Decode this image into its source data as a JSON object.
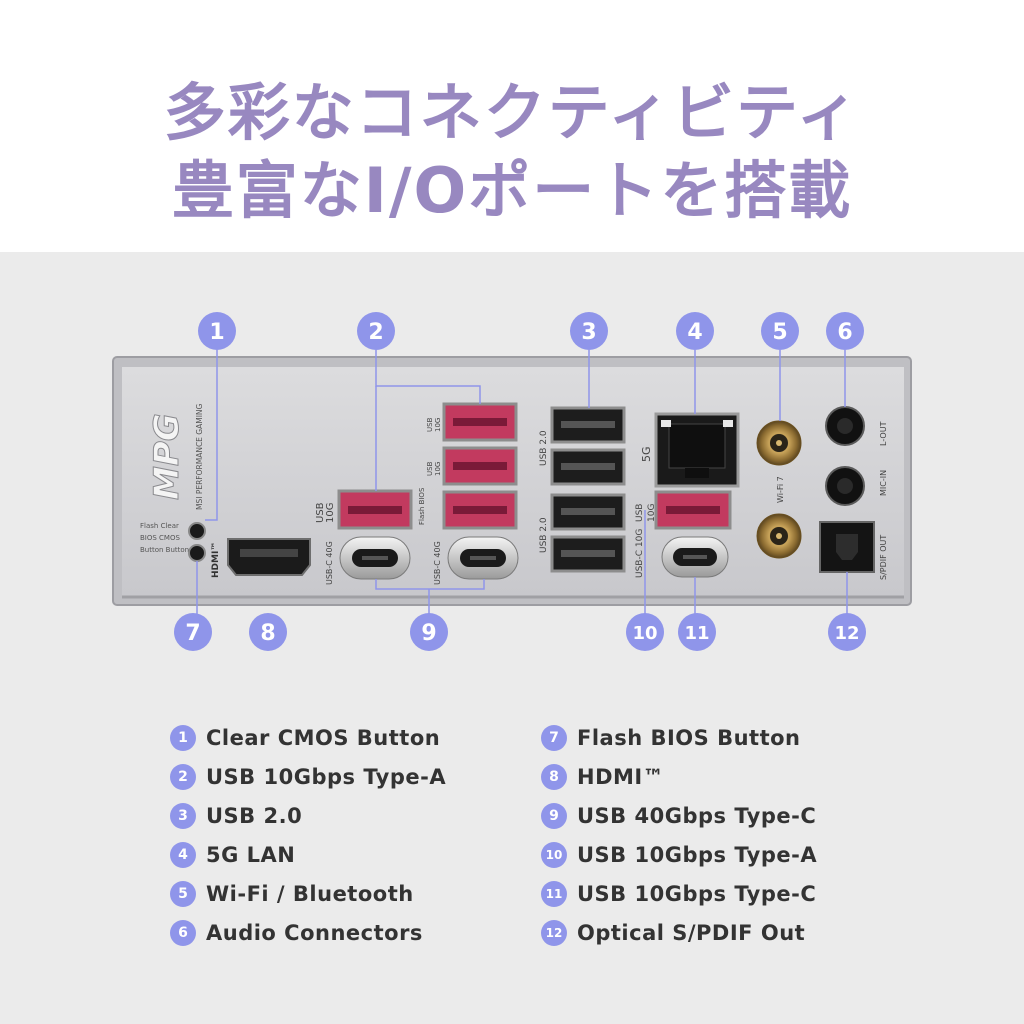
{
  "title": {
    "line1": "多彩なコネクティビティ",
    "line2": "豊富なI/Oポートを搭載"
  },
  "colors": {
    "title": "#9888c0",
    "callout": "#8f95ea",
    "panel_bg": "#ebebeb",
    "usb_red": "#c23a5f",
    "plate": "#d4d4d6"
  },
  "io_labels": {
    "brand": "MPG",
    "brand_sub": "MSI PERFORMANCE GAMING",
    "btn_legend": "Flash  Clear\nBIOS  CMOS\nButton Button",
    "hdmi": "HDMI™",
    "usb_10g_a": "USB 10G",
    "flash_bios": "Flash BIOS",
    "usbc_40g": "USB-C 40G",
    "usb20": "USB 2.0",
    "lan": "5G",
    "usb_c_10g": "USB-C 10G",
    "wifi": "Wi-Fi 7",
    "l_out": "L-OUT",
    "mic_in": "MIC-IN",
    "spdif": "S/PDIF OUT"
  },
  "callouts": [
    "1",
    "2",
    "3",
    "4",
    "5",
    "6",
    "7",
    "8",
    "9",
    "10",
    "11",
    "12"
  ],
  "legend": {
    "left": [
      {
        "num": "1",
        "text": "Clear CMOS Button"
      },
      {
        "num": "2",
        "text": "USB 10Gbps Type-A"
      },
      {
        "num": "3",
        "text": "USB 2.0"
      },
      {
        "num": "4",
        "text": "5G LAN"
      },
      {
        "num": "5",
        "text": "Wi-Fi / Bluetooth"
      },
      {
        "num": "6",
        "text": "Audio Connectors"
      }
    ],
    "right": [
      {
        "num": "7",
        "text": "Flash BIOS Button"
      },
      {
        "num": "8",
        "text": "HDMI™"
      },
      {
        "num": "9",
        "text": "USB 40Gbps Type-C"
      },
      {
        "num": "10",
        "text": "USB 10Gbps Type-A"
      },
      {
        "num": "11",
        "text": "USB 10Gbps Type-C"
      },
      {
        "num": "12",
        "text": "Optical S/PDIF Out"
      }
    ]
  }
}
